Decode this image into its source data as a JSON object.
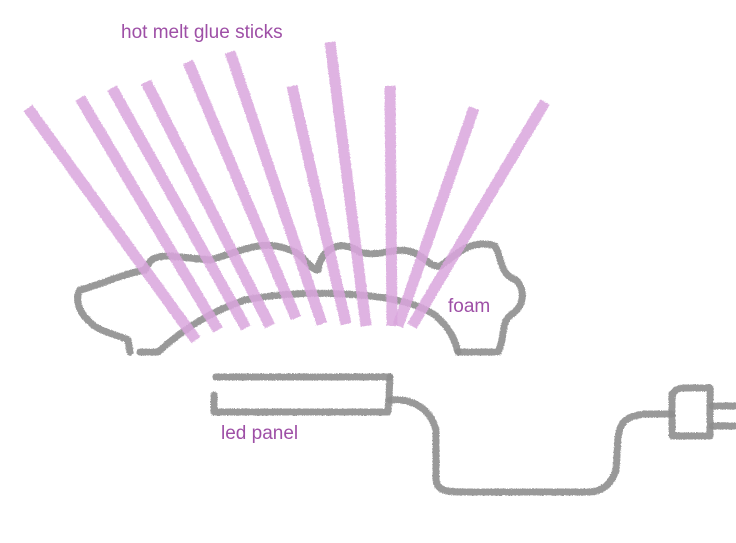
{
  "labels": {
    "glue_sticks": "hot melt glue sticks",
    "foam": "foam",
    "led_panel": "led panel"
  },
  "colors": {
    "glue_stick": "#d9a6dd",
    "label_text": "#9e4fa6",
    "outline": "#8e8e8e",
    "background": "#ffffff"
  },
  "glue_stick_count": 11
}
